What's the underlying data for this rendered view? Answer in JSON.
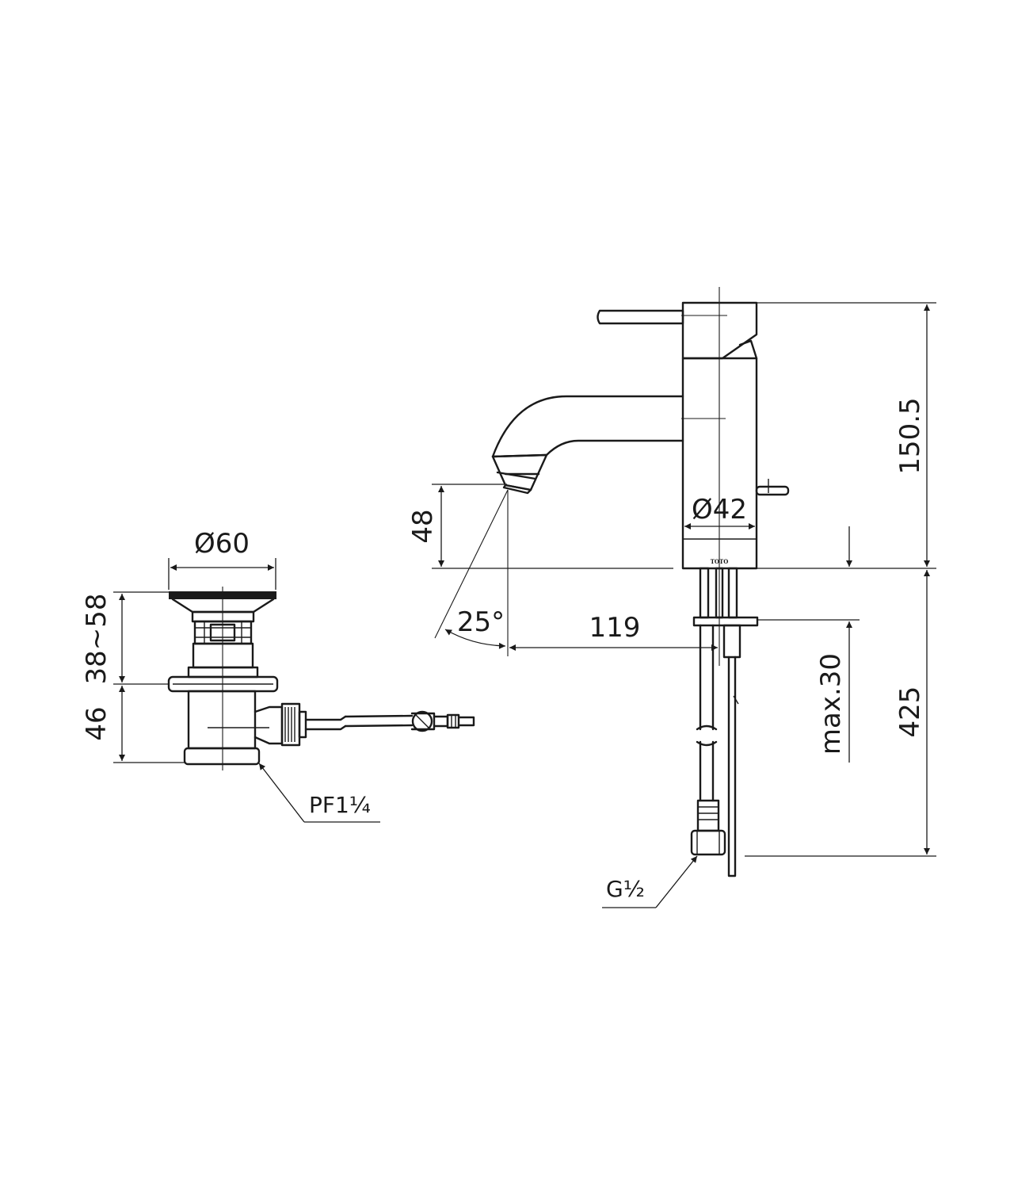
{
  "waste": {
    "diameter_label": "Ø60",
    "height_top_label": "38~58",
    "height_bottom_label": "46",
    "thread_label": "PF1¼"
  },
  "faucet": {
    "height_label": "150.5",
    "spout_height_label": "48",
    "angle_label": "25°",
    "reach_label": "119",
    "body_diameter_label": "Ø42",
    "deck_label": "max.30",
    "hose_length_label": "425",
    "inlet_label": "G½",
    "brand_mark": "TOTO"
  }
}
